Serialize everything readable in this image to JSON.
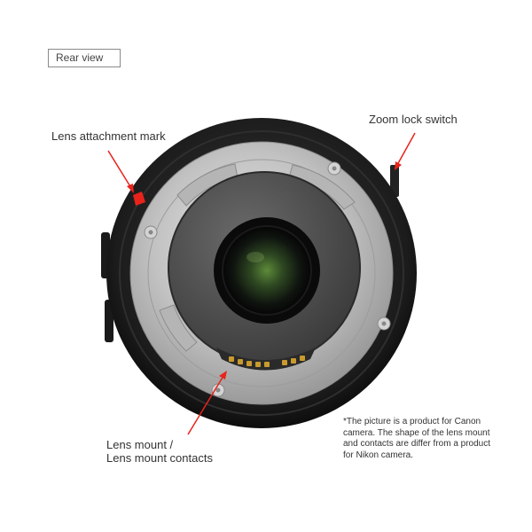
{
  "view_label": "Rear view",
  "callouts": {
    "attachment_mark": "Lens attachment mark",
    "zoom_lock": "Zoom lock switch",
    "mount_line1": "Lens mount /",
    "mount_line2": "Lens mount contacts"
  },
  "footnote": "*The picture is a product for Canon camera. The shape of the lens mount and contacts are differ from  a product for Nikon camera.",
  "colors": {
    "arrow": "#e8231b",
    "attachment_mark": "#e8231b",
    "contacts": "#c99a2e",
    "barrel": "#1e1e1e",
    "mount": "#c8c8c8"
  }
}
